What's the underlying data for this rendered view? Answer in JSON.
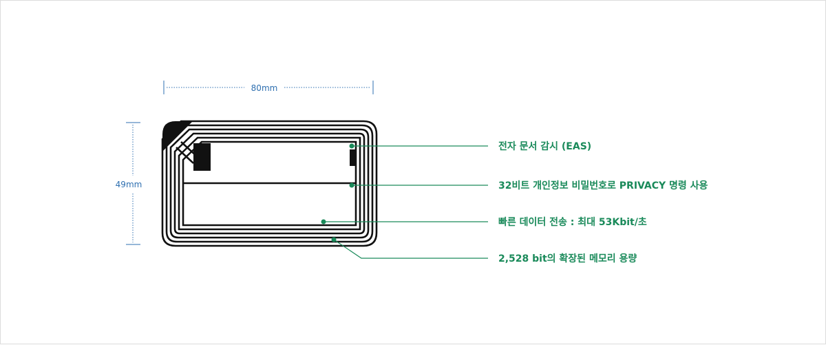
{
  "dimensions": {
    "width": "80mm",
    "height": "49mm"
  },
  "callouts": [
    {
      "label": "전자 문서 감시 (EAS)"
    },
    {
      "label": "32비트 개인정보 비밀번호로 PRIVACY 명령 사용"
    },
    {
      "label": "빠른 데이터 전송 : 최대 53Kbit/초"
    },
    {
      "label": "2,528 bit의 확장된 메모리 용량"
    }
  ],
  "colors": {
    "dimension": "#2e6fb0",
    "callout": "#1a8a5a",
    "antenna": "#111111"
  }
}
